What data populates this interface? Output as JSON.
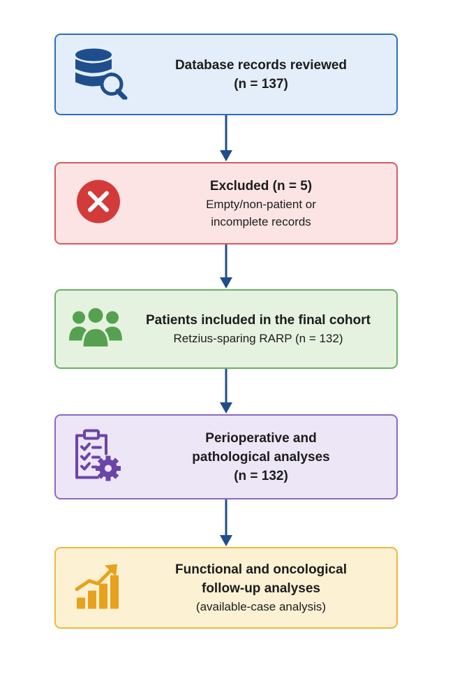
{
  "colors": {
    "arrow": "#1f4e8c",
    "box1": {
      "fill": "#e3eefa",
      "border": "#2e6fbf",
      "icon": "#1f4e8c"
    },
    "box2": {
      "fill": "#fde4e4",
      "border": "#d85a5a",
      "icon": "#d33b3b"
    },
    "box3": {
      "fill": "#e5f2e0",
      "border": "#6ab067",
      "icon": "#55a14f"
    },
    "box4": {
      "fill": "#ede6f6",
      "border": "#8a69c2",
      "icon": "#6b44a8"
    },
    "box5": {
      "fill": "#fdf1d3",
      "border": "#eeb93d",
      "icon": "#e6a11d"
    }
  },
  "boxes": [
    {
      "icon": "database-search-icon",
      "line1": "Database records reviewed",
      "line2": "(n = 137)"
    },
    {
      "icon": "error-x-icon",
      "line1": "Excluded (n = 5)",
      "line2": "Empty/non-patient or",
      "line3": "incomplete records"
    },
    {
      "icon": "users-group-icon",
      "line1": "Patients included in the final cohort",
      "line2": "Retzius-sparing RARP (n = 132)"
    },
    {
      "icon": "clipboard-gear-icon",
      "line1": "Perioperative and",
      "line2": "pathological analyses",
      "line3": "(n = 132)"
    },
    {
      "icon": "bar-chart-trend-icon",
      "line1": "Functional and oncological",
      "line2": "follow-up analyses",
      "line3": "(available-case analysis)"
    }
  ]
}
